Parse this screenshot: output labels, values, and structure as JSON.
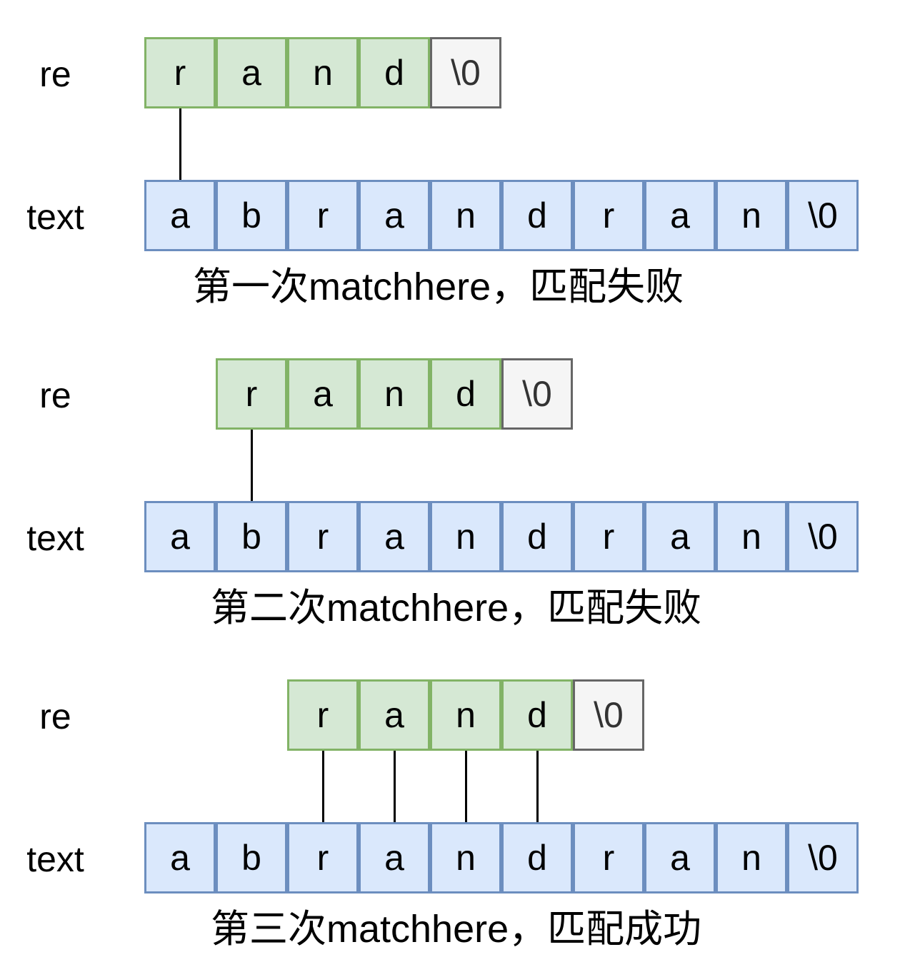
{
  "labels": {
    "re": "re",
    "text": "text"
  },
  "re_cells": [
    "r",
    "a",
    "n",
    "d",
    "\\0"
  ],
  "text_cells": [
    "a",
    "b",
    "r",
    "a",
    "n",
    "d",
    "r",
    "a",
    "n",
    "\\0"
  ],
  "stages": [
    {
      "caption": "第一次matchhere，匹配失败",
      "offset": 0,
      "matched_count": 1
    },
    {
      "caption": "第二次matchhere，匹配失败",
      "offset": 1,
      "matched_count": 1
    },
    {
      "caption": "第三次matchhere，匹配成功",
      "offset": 2,
      "matched_count": 4
    }
  ],
  "colors": {
    "re_fill": "#d5e8d4",
    "re_stroke": "#82b366",
    "terminator_fill": "#f5f5f5",
    "terminator_stroke": "#666666",
    "text_fill": "#dae8fc",
    "text_stroke": "#6c8ebf"
  }
}
